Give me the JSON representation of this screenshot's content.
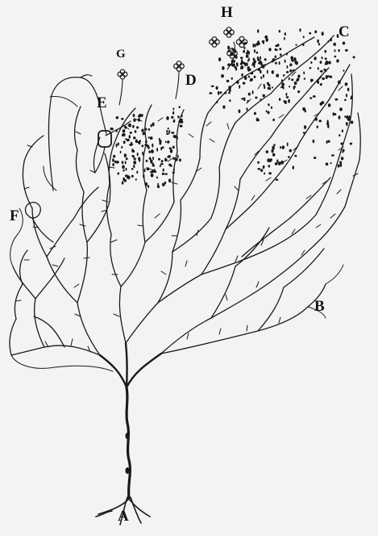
{
  "plate": {
    "ink_color": "#1a1a1a",
    "paper_color": "#f3f3f1",
    "labels": {
      "A": "A",
      "B": "B",
      "C": "C",
      "D": "D",
      "E": "E",
      "F": "F",
      "G": "G",
      "H": "H"
    }
  }
}
